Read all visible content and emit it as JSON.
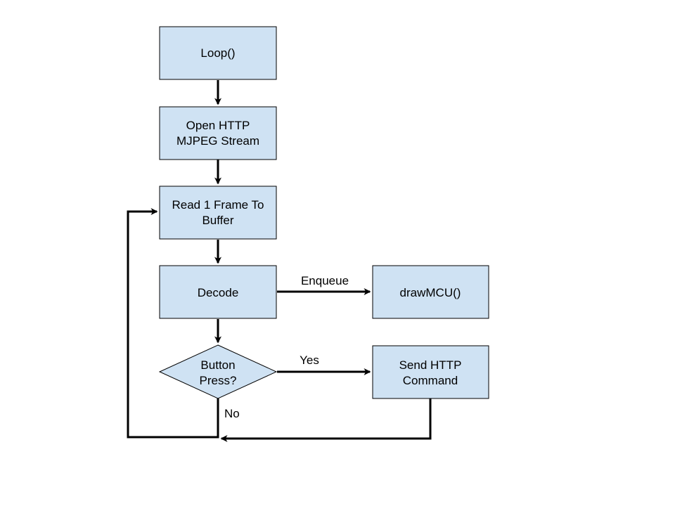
{
  "diagram": {
    "colors": {
      "node_fill": "#cfe2f3",
      "node_stroke": "#000000",
      "edge": "#000000"
    },
    "nodes": {
      "loop": {
        "lines": [
          "Loop()"
        ]
      },
      "open_stream": {
        "lines": [
          "Open HTTP",
          "MJPEG Stream"
        ]
      },
      "read_frame": {
        "lines": [
          "Read 1 Frame To",
          "Buffer"
        ]
      },
      "decode": {
        "lines": [
          "Decode"
        ]
      },
      "draw_mcu": {
        "lines": [
          "drawMCU()"
        ]
      },
      "button_press": {
        "lines": [
          "Button",
          "Press?"
        ]
      },
      "send_command": {
        "lines": [
          "Send HTTP",
          "Command"
        ]
      }
    },
    "edge_labels": {
      "enqueue": "Enqueue",
      "yes": "Yes",
      "no": "No"
    }
  }
}
